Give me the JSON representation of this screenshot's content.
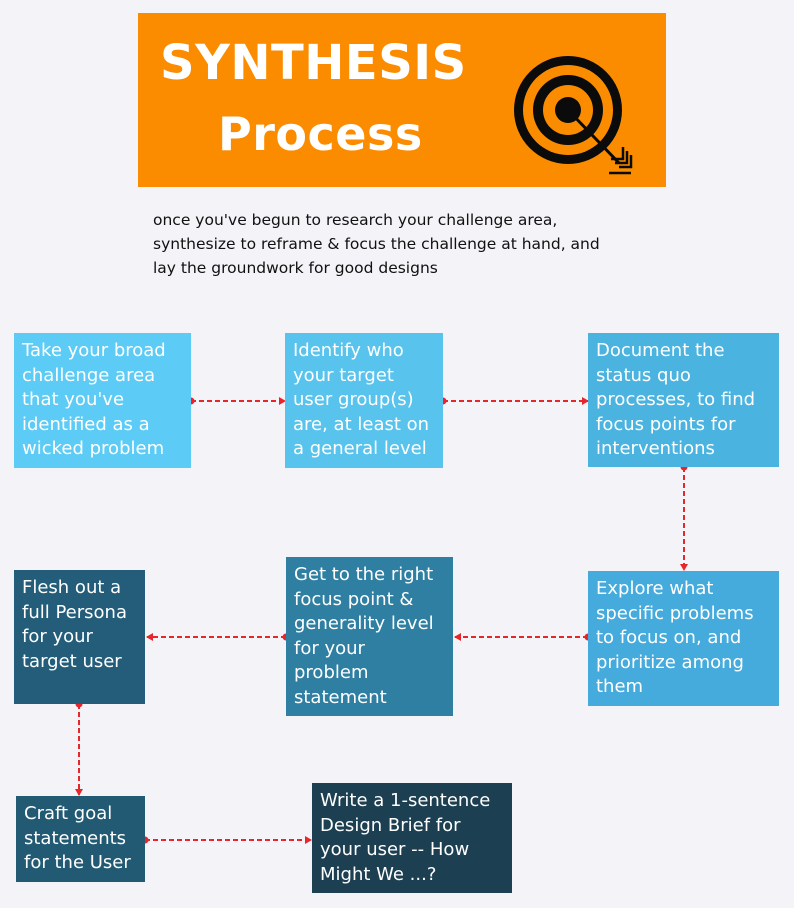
{
  "header": {
    "title_line1": "SYNTHESIS",
    "title_line2": "Process",
    "background_color": "#fb8c00",
    "logo_icon": "target-icon"
  },
  "subtitle": {
    "lines": [
      "once you've begun to research your challenge area,",
      "synthesize to reframe & focus the challenge at hand, and",
      "lay the groundwork for good designs"
    ]
  },
  "steps": [
    {
      "id": "step-1",
      "color": "#5ccbf5",
      "lines": [
        "Take your broad",
        "challenge area",
        "that you've",
        "identified as a",
        "wicked problem"
      ]
    },
    {
      "id": "step-2",
      "color": "#58c3ed",
      "lines": [
        "Identify who",
        "your target",
        "user group(s)",
        "are, at least on",
        "a general level"
      ]
    },
    {
      "id": "step-3",
      "color": "#4ab3df",
      "lines": [
        "Document the",
        "status quo",
        "processes, to find",
        "focus points for",
        "interventions"
      ]
    },
    {
      "id": "step-4",
      "color": "#45aadc",
      "lines": [
        "Explore what",
        "specific problems",
        "to focus on, and",
        "prioritize among",
        "them"
      ]
    },
    {
      "id": "step-5",
      "color": "#2f7fa2",
      "lines": [
        "Get to the right",
        "focus point &",
        "generality level",
        "for your",
        "problem",
        "statement"
      ]
    },
    {
      "id": "step-6",
      "color": "#235d79",
      "lines": [
        "Flesh out a",
        "full Persona",
        "for your",
        "target user"
      ]
    },
    {
      "id": "step-7",
      "color": "#225a74",
      "lines": [
        "Craft goal",
        "statements",
        "for the User"
      ]
    },
    {
      "id": "step-8",
      "color": "#1c3f52",
      "lines": [
        "Write a 1-sentence",
        "Design Brief for",
        "your user -- How",
        "Might We ...?"
      ]
    }
  ],
  "connector_color": "#e8262a"
}
